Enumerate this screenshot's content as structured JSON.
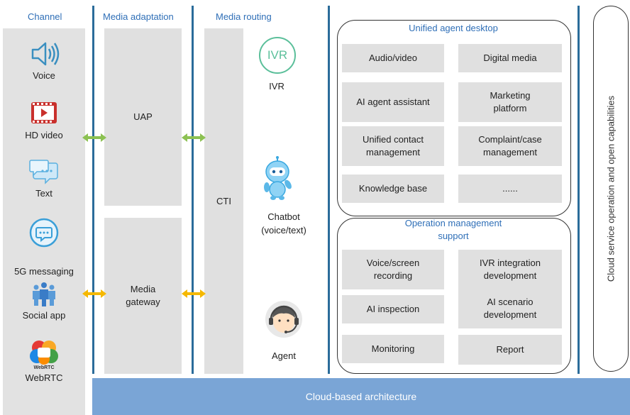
{
  "headers": {
    "channel": "Channel",
    "media_adaptation": "Media adaptation",
    "media_routing": "Media routing"
  },
  "channels": [
    {
      "label": "Voice",
      "icon": "speaker-icon"
    },
    {
      "label": "HD video",
      "icon": "video-player-icon"
    },
    {
      "label": "Text",
      "icon": "chat-bubble-icon"
    },
    {
      "label": "5G messaging",
      "icon": "5g-message-icon"
    },
    {
      "label": "Social app",
      "icon": "people-group-icon"
    },
    {
      "label": "WebRTC",
      "icon": "webrtc-logo-icon",
      "logo_text": "WebRTC"
    }
  ],
  "adaptation": {
    "uap": "UAP",
    "media_gateway": "Media\ngateway"
  },
  "cti": "CTI",
  "routing": {
    "ivr_badge": "IVR",
    "ivr_label": "IVR",
    "chatbot_label": "Chatbot\n(voice/text)",
    "agent_label": "Agent"
  },
  "unified_desktop": {
    "title": "Unified agent desktop",
    "items": [
      "Audio/video",
      "Digital media",
      "AI agent assistant",
      "Marketing\nplatform",
      "Unified contact\nmanagement",
      "Complaint/case\nmanagement",
      "Knowledge base",
      "......"
    ]
  },
  "operation_support": {
    "title": "Operation management\nsupport",
    "items": [
      "Voice/screen\nrecording",
      "IVR integration\ndevelopment",
      "AI inspection",
      "AI scenario\ndevelopment",
      "Monitoring",
      "Report"
    ]
  },
  "cloud_side": "Cloud service operation and open capabilities",
  "cloud_bottom": "Cloud-based architecture",
  "colors": {
    "accent_blue": "#2f6fb7",
    "divider": "#2b6c9a",
    "arrow_green": "#8cc152",
    "arrow_yellow": "#f5b800",
    "bottom_bar": "#7aa5d6"
  }
}
